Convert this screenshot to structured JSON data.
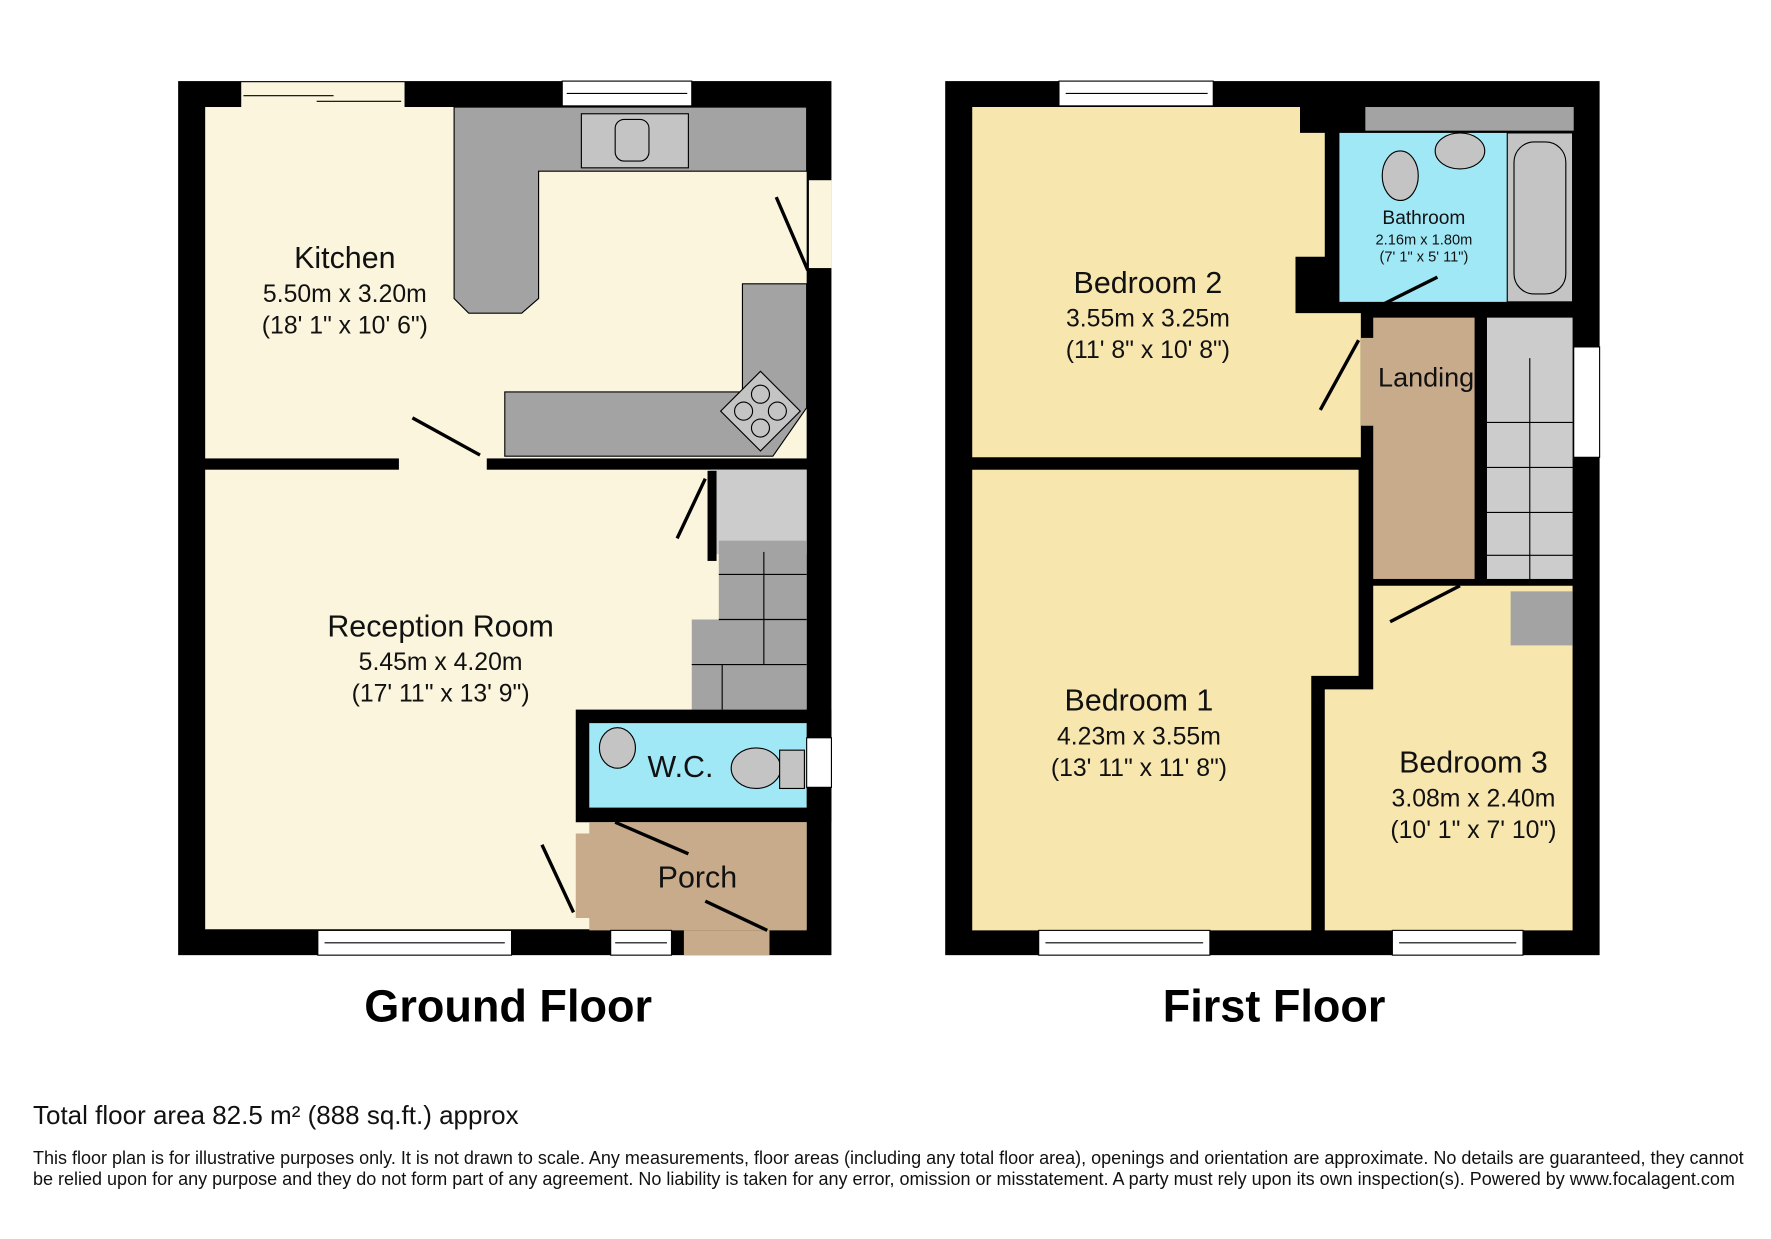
{
  "colors": {
    "wall": "#000000",
    "room": "#faf5dc",
    "bedroom": "#f7e6ae",
    "wet": "#a0e8f6",
    "landing": "#c7ab8b",
    "unit": "#a3a3a3",
    "stairs": "#cccccc"
  },
  "ground_floor": {
    "title": "Ground Floor",
    "rooms": [
      {
        "name": "Kitchen",
        "metric": "5.50m x 3.20m",
        "imperial": "(18' 1\" x 10' 6\")"
      },
      {
        "name": "Reception Room",
        "metric": "5.45m x 4.20m",
        "imperial": "(17' 11\" x 13' 9\")"
      },
      {
        "name": "W.C."
      },
      {
        "name": "Porch"
      }
    ]
  },
  "first_floor": {
    "title": "First Floor",
    "rooms": [
      {
        "name": "Bedroom 2",
        "metric": "3.55m x 3.25m",
        "imperial": "(11' 8\" x 10' 8\")"
      },
      {
        "name": "Bathroom",
        "metric": "2.16m x 1.80m",
        "imperial": "(7' 1\" x 5' 11\")"
      },
      {
        "name": "Landing"
      },
      {
        "name": "Bedroom 1",
        "metric": "4.23m x 3.55m",
        "imperial": "(13' 11\" x 11' 8\")"
      },
      {
        "name": "Bedroom 3",
        "metric": "3.08m x 2.40m",
        "imperial": "(10' 1\" x 7' 10\")"
      }
    ]
  },
  "footer": {
    "total_area": "Total floor area 82.5 m² (888 sq.ft.) approx",
    "disclaimer": "This floor plan is for illustrative purposes only. It is not drawn to scale. Any measurements, floor areas (including any total floor area), openings and orientation are approximate. No details are guaranteed, they cannot be relied upon for any purpose and they do not form part of any agreement. No liability is taken for any error, omission or misstatement. A party must rely upon its own inspection(s). Powered by www.focalagent.com"
  }
}
